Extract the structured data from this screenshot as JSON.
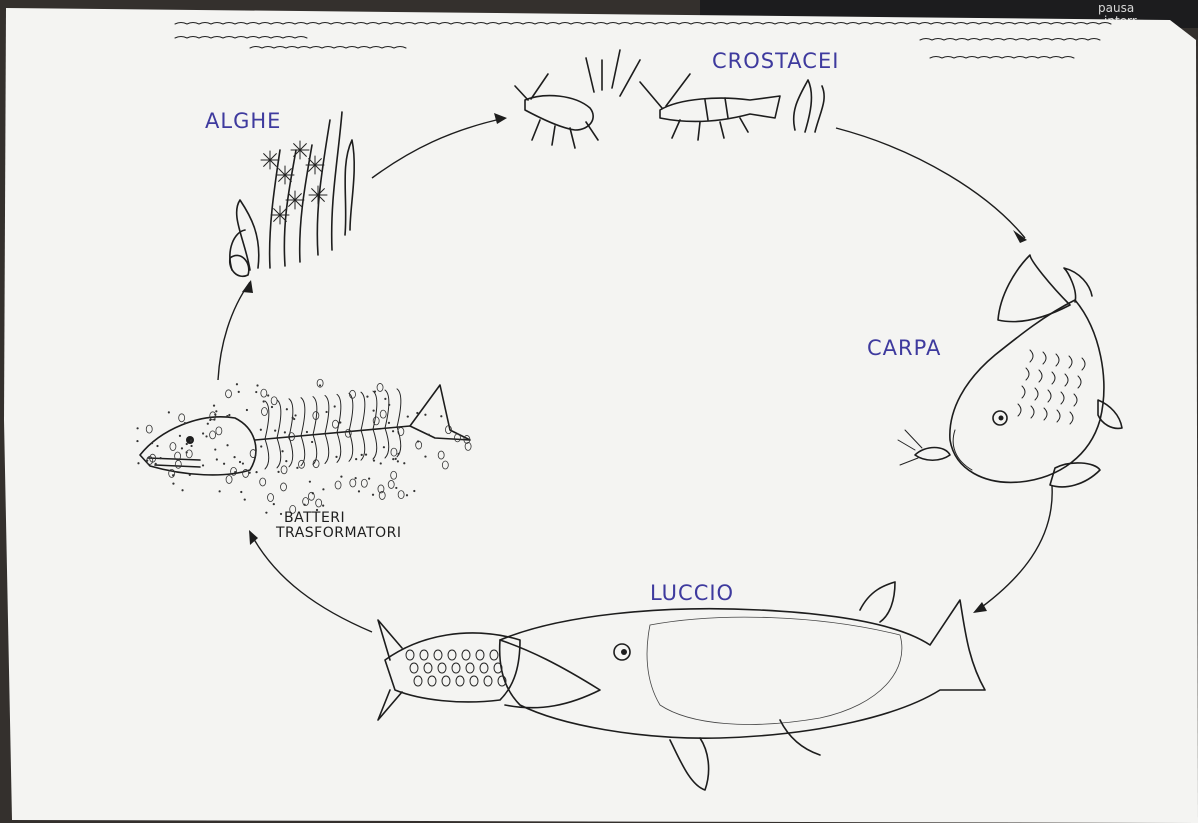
{
  "diagram": {
    "nodes": {
      "alghe": "ALGHE",
      "crostacei": "CROSTACEI",
      "carpa": "CARPA",
      "luccio": "LUCCIO",
      "batteri_line1": "BATTERI",
      "batteri_line2": "TRASFORMATORI"
    },
    "edges": [
      {
        "from": "alghe",
        "to": "crostacei"
      },
      {
        "from": "crostacei",
        "to": "carpa"
      },
      {
        "from": "carpa",
        "to": "luccio"
      },
      {
        "from": "luccio",
        "to": "batteri"
      },
      {
        "from": "batteri",
        "to": "alghe"
      }
    ],
    "label_color": "#3e3a9e",
    "ink_color": "#1d1d1d"
  },
  "background_text": {
    "corner_line1": "pausa",
    "corner_line2": "interr"
  }
}
